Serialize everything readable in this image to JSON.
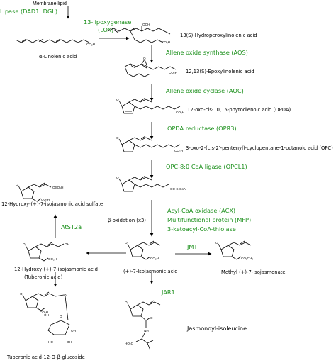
{
  "colors": {
    "enzyme": "#1a8f1a",
    "text": "#000000"
  },
  "start": "Membrane lipid",
  "enzymes": {
    "lipase": "Lipase (DAD1, DGL)",
    "lox_1": "13-lipoxygenase",
    "lox_2": "(LOX)",
    "aos": "Allene oxide synthase (AOS)",
    "aoc": "Allene oxide cyclase (AOC)",
    "opr3": "OPDA reductase (OPR3)",
    "opcl1": "OPC-8:0 CoA ligase (OPCL1)",
    "acx": "Acyl-CoA oxidase (ACX)",
    "mfp": "Multifunctional protein (MFP)",
    "kat": "3-ketoacyl-CoA-thiolase",
    "st2a": "AtST2a",
    "jmt": "JMT",
    "jar1": "JAR1"
  },
  "compounds": {
    "linolenic": "α-Linolenic acid",
    "hpot": "13(S)-Hydroperoxylinolenic acid",
    "epoxy": "12,13(S)-Epoxylinolenic acid",
    "opda": "12-oxo-cis-10,15-phytodienoic acid (OPDA)",
    "opc": "3-oxo-2-(cis-2'-pentenyl)-cyclopentane-1-octanoic acid (OPC)",
    "ja": "(+)-7-Isojasmonic acid",
    "meja": "Methyl (+)-7-isojasmonate",
    "ja_ile": "Jasmonoyl-isoleucine",
    "hydroxy_ja_1": "12-Hydroxy-(+)-7-isojasmonic acid",
    "hydroxy_ja_2": "(Tuberonic acid)",
    "sulfate": "12-Hydroxy-(+)-7-isojasmonic acid sulfate",
    "glucoside": "Tuberonic acid-12-O-β-glucoside"
  },
  "beta_oxidation": "β-oxidation (x3)",
  "atoms": {
    "ooh": "OOH",
    "co2h": "CO₂H",
    "o": "O",
    "oh": "OH",
    "coscoa": "CO-S-CoA",
    "oso3h": "OSO₃H",
    "co2ch3": "CO₂CH₃",
    "nh": "NH",
    "ho2c": "HO₂C",
    "ho": "HO"
  }
}
